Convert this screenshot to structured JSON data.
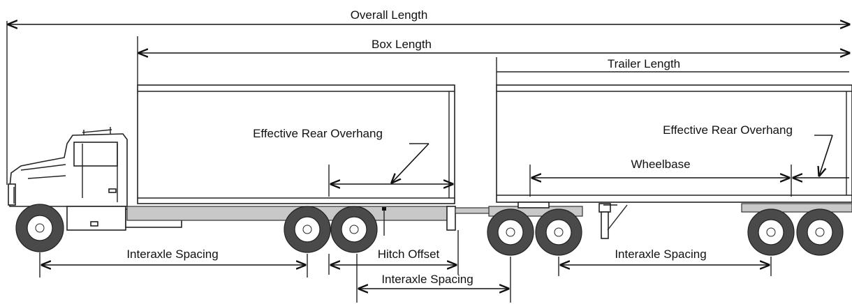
{
  "labels": {
    "overall_length": "Overall Length",
    "box_length": "Box Length",
    "trailer_length": "Trailer Length",
    "effective_rear_overhang_truck": "Effective Rear Overhang",
    "effective_rear_overhang_trailer": "Effective Rear Overhang",
    "wheelbase": "Wheelbase",
    "interaxle_spacing_truck": "Interaxle Spacing",
    "hitch_offset": "Hitch Offset",
    "interaxle_spacing_dolly": "Interaxle Spacing",
    "interaxle_spacing_trailer": "Interaxle Spacing"
  }
}
